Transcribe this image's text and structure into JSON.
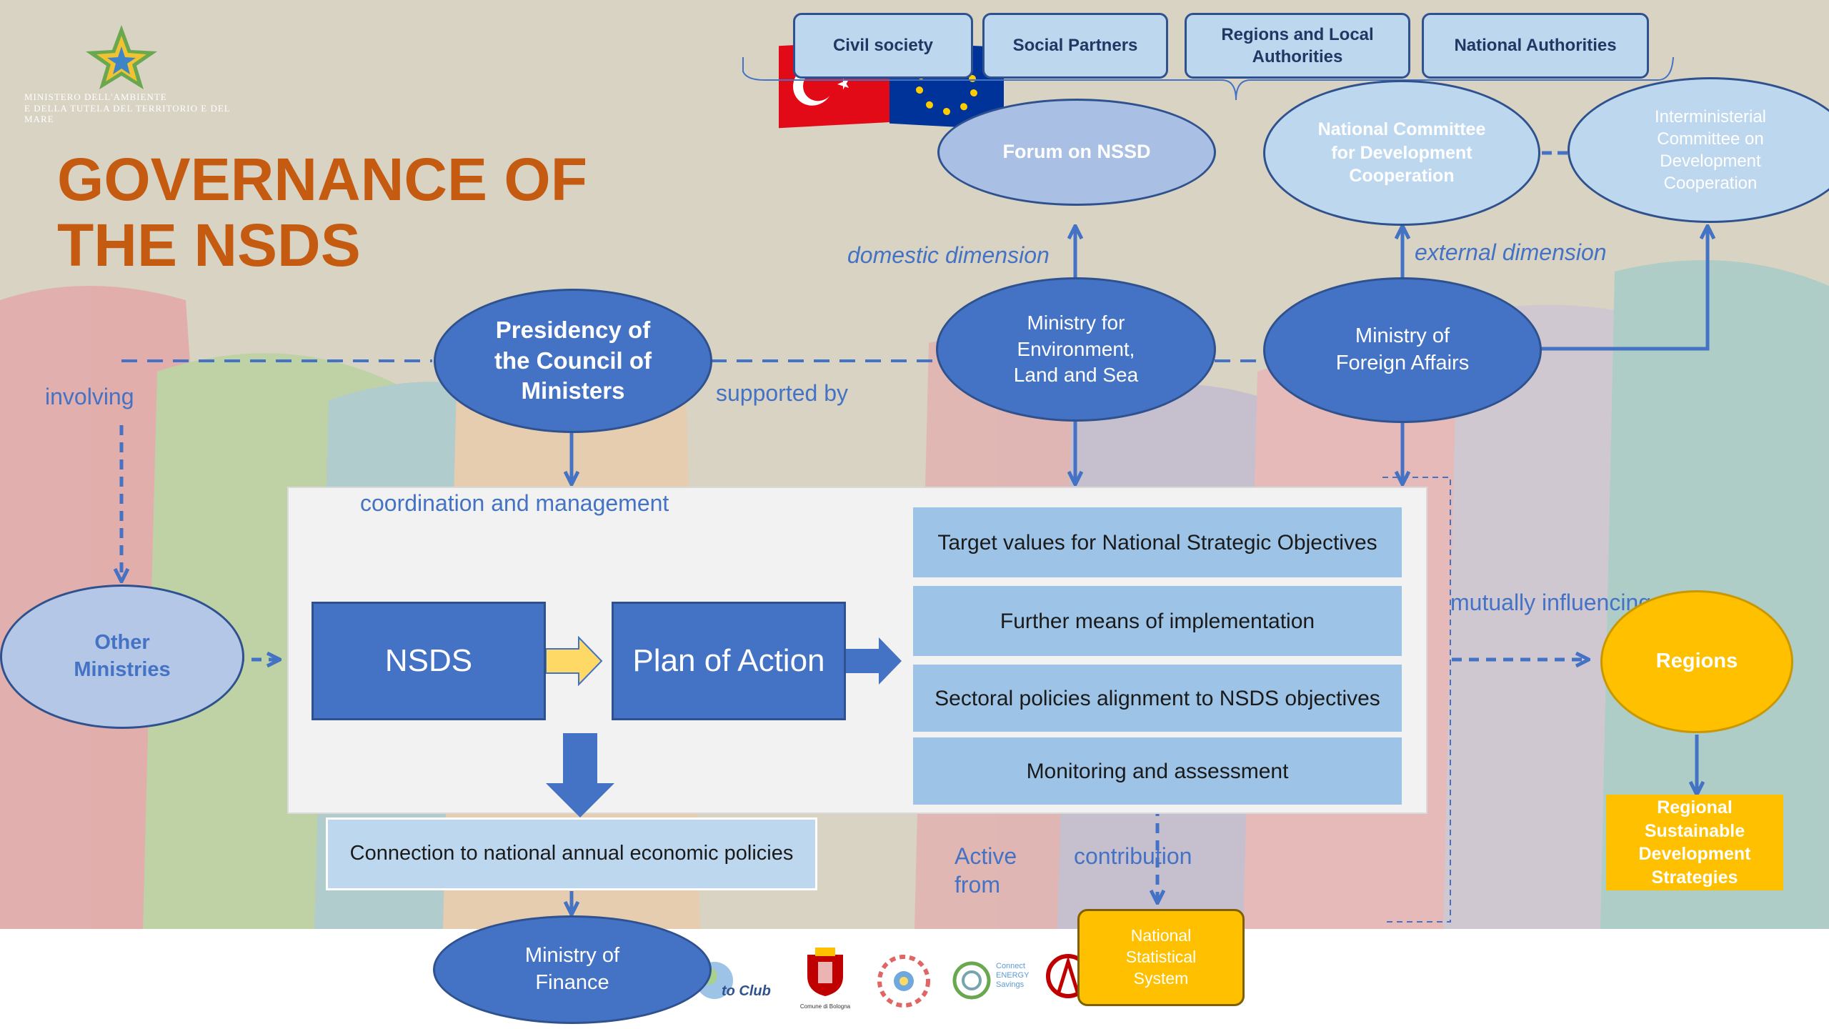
{
  "slide": {
    "title": "GOVERNANCE OF\nTHE NSDS",
    "ministry_logo": {
      "icon": "star-logo-icon",
      "text": "MINISTERO DELL'AMBIENTE\nE DELLA TUTELA DEL TERRITORIO E DEL MARE"
    },
    "colors": {
      "title": "#c55a11",
      "primary": "#4472c4",
      "accent": "#ffc000",
      "box": "#9dc3e6"
    }
  },
  "stakeholders": [
    "Civil society",
    "Social Partners",
    "Regions and Local\nAuthorities",
    "National Authorities"
  ],
  "flags": [
    {
      "icon": "turkey-flag-icon"
    },
    {
      "icon": "eu-flag-icon"
    }
  ],
  "nodes": {
    "forum": "Forum on NSSD",
    "national_committee": "National Committee\nfor Development\nCooperation",
    "interministerial": "Interministerial\nCommittee on\nDevelopment\nCooperation",
    "presidency": "Presidency of\nthe Council of\nMinisters",
    "environment": "Ministry for\nEnvironment,\nLand and Sea",
    "foreign_affairs": "Ministry of\nForeign Affairs",
    "other_ministries": "Other\nMinistries",
    "nsds": "NSDS",
    "plan_of_action": "Plan of Action",
    "targets": "Target values for National Strategic Objectives",
    "means": "Further means of implementation",
    "sectoral": "Sectoral policies alignment to  NSDS objectives",
    "monitoring": "Monitoring and assessment",
    "connection": "Connection to national annual economic policies",
    "finance": "Ministry of\nFinance",
    "statistical": "National\nStatistical\nSystem",
    "regions": "Regions",
    "rsds": "Regional\nSustainable\nDevelopment\nStrategies"
  },
  "labels": {
    "domestic": "domestic dimension",
    "external": "external dimension",
    "involving": "involving",
    "supported_by": "supported by",
    "coordination": "coordination  and management",
    "mutually": "mutually influencing",
    "active": "Active\nfrom",
    "contribution": "contribution"
  },
  "footer_logos": [
    {
      "icon": "eco-club-logo-icon",
      "text": "to Club"
    },
    {
      "icon": "comune-di-bologna-crest-icon",
      "text": "Comune di Bologna"
    },
    {
      "icon": "hands-circle-logo-icon"
    },
    {
      "icon": "connect-energy-logo-icon",
      "text": "Connect\nENERGY\nSavings"
    },
    {
      "icon": "red-emblem-logo-icon"
    }
  ]
}
